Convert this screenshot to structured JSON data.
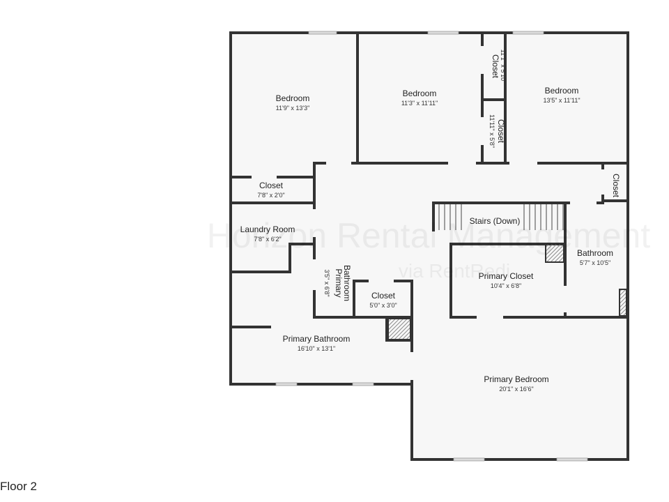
{
  "floor_label": "Floor 2",
  "watermark": {
    "line1": "Horizon Rental Management",
    "line2": "via RentRedi"
  },
  "colors": {
    "wall": "#333333",
    "floor": "#f7f7f7",
    "window": "#dcdcdc",
    "hatch": "#8a8a8a"
  },
  "rooms": {
    "bedroom_1": {
      "name": "Bedroom",
      "dims": "11'9\" x 13'3\""
    },
    "bedroom_2": {
      "name": "Bedroom",
      "dims": "11'3\" x 11'11\""
    },
    "closet_v1": {
      "name": "Closet",
      "dims": "11'1\" x 5'10\""
    },
    "closet_v2": {
      "name": "Closet",
      "dims": "11'11\" x 5'8\""
    },
    "bedroom_3": {
      "name": "Bedroom",
      "dims": "13'5\" x 11'11\""
    },
    "closet_left": {
      "name": "Closet",
      "dims": "7'8\" x 2'0\""
    },
    "closet_right": {
      "name": "Closet"
    },
    "laundry": {
      "name": "Laundry Room",
      "dims": "7'8\" x 6'2\""
    },
    "stairs": {
      "name": "Stairs (Down)"
    },
    "bathroom": {
      "name": "Bathroom",
      "dims": "5'7\" x 10'5\""
    },
    "primary_bath_small": {
      "name_line1": "Primary",
      "name_line2": "Bathroom",
      "dims": "3'5\" x 6'8\""
    },
    "closet_small": {
      "name": "Closet",
      "dims": "5'0\" x 3'0\""
    },
    "primary_closet": {
      "name": "Primary Closet",
      "dims": "10'4\" x 6'8\""
    },
    "primary_bathroom": {
      "name": "Primary Bathroom",
      "dims": "16'10\" x 13'1\""
    },
    "primary_bedroom": {
      "name": "Primary Bedroom",
      "dims": "20'1\" x 16'6\""
    }
  }
}
